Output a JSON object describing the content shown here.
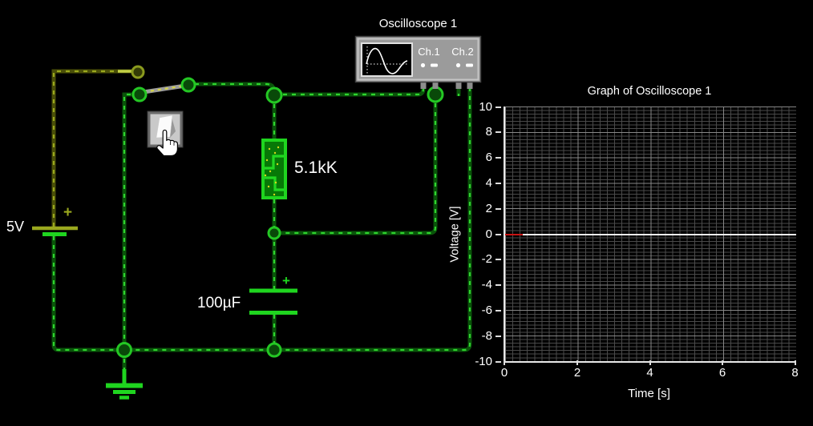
{
  "circuit": {
    "battery": {
      "label": "5V",
      "plus": "+"
    },
    "resistor": {
      "label": "5.1kK"
    },
    "capacitor": {
      "label": "100µF",
      "plus": "+"
    },
    "switch": {
      "state": "open"
    },
    "oscilloscope": {
      "title": "Oscilloscope 1",
      "ch1": "Ch.1",
      "ch2": "Ch.2"
    }
  },
  "graph": {
    "title": "Graph of Oscilloscope 1",
    "x_label": "Time [s]",
    "y_label": "Voltage [V]",
    "y_ticks": [
      "10",
      "8",
      "6",
      "4",
      "2",
      "0",
      "-2",
      "-4",
      "-6",
      "-8",
      "-10"
    ],
    "x_ticks": [
      "0",
      "2",
      "4",
      "6",
      "8"
    ]
  },
  "chart_data": {
    "type": "line",
    "title": "Graph of Oscilloscope 1",
    "xlabel": "Time [s]",
    "ylabel": "Voltage [V]",
    "xlim": [
      0,
      8
    ],
    "ylim": [
      -10,
      10
    ],
    "x_ticks": [
      0,
      2,
      4,
      6,
      8
    ],
    "y_ticks": [
      10,
      8,
      6,
      4,
      2,
      0,
      -2,
      -4,
      -6,
      -8,
      -10
    ],
    "grid": true,
    "zero_axis_line": "white horizontal line at 0 V across full width",
    "series": [
      {
        "name": "Ch.1",
        "color": "#C81414",
        "x": [
          0,
          0.45
        ],
        "y": [
          0,
          0
        ]
      }
    ]
  },
  "cursor": "hand-pointer",
  "colors": {
    "wire_active_dash": "#2FD42F",
    "wire_base": "#0A540A",
    "wire_positive_dash": "#9AA81E",
    "component_green": "#1FD51F",
    "trace_ch1": "#C81414",
    "grid_minor": "#4A4A4A",
    "grid_major": "#8A8A8A",
    "scope_body": "#9B9B9B"
  }
}
